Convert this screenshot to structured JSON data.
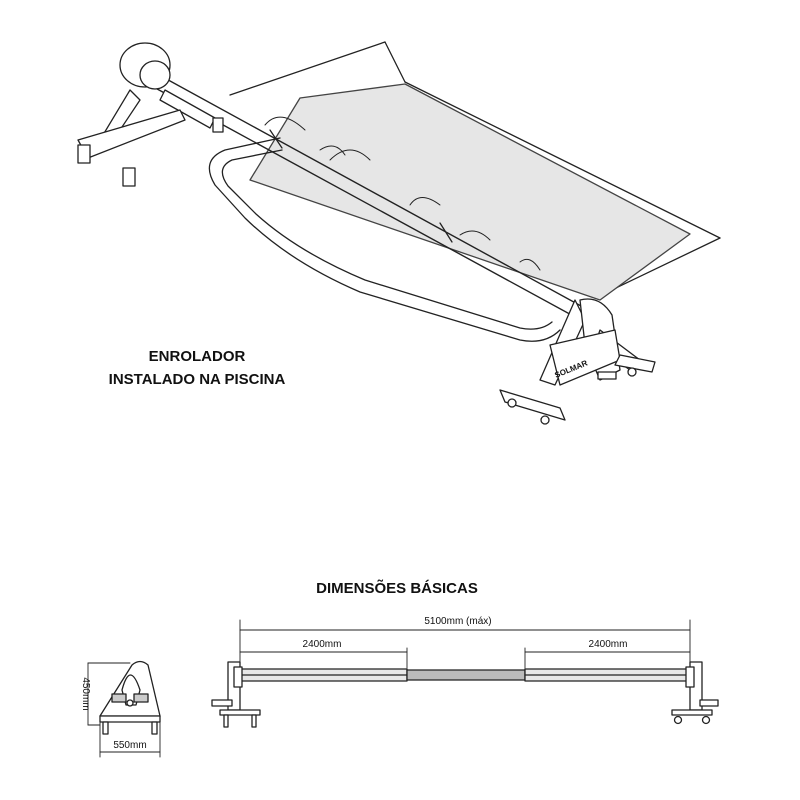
{
  "installed_caption": {
    "line1": "ENROLADOR",
    "line2": "INSTALADO NA PISCINA"
  },
  "dimensions": {
    "title": "DIMENSÕES BÁSICAS",
    "total_length": "5100mm (máx)",
    "left_tube": "2400mm",
    "right_tube": "2400mm",
    "height": "450mm",
    "base_width": "550mm"
  },
  "logo_text": "SOLMAR",
  "colors": {
    "line": "#222222",
    "cover": "#e6e6e6"
  }
}
